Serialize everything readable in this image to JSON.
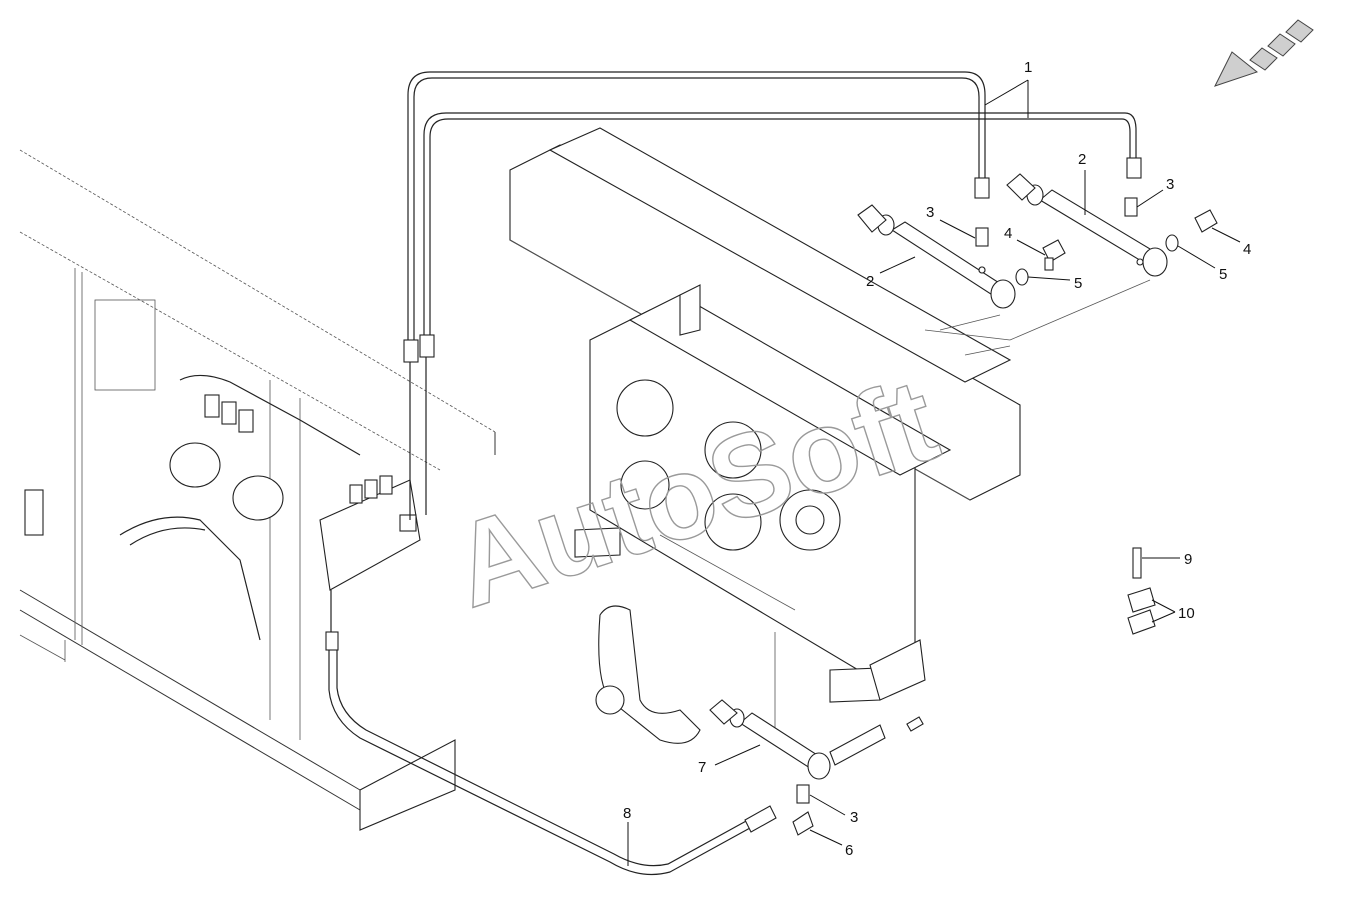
{
  "watermark": "AutoSoft",
  "callouts": [
    {
      "id": "c1",
      "text": "1"
    },
    {
      "id": "c2a",
      "text": "2"
    },
    {
      "id": "c2b",
      "text": "2"
    },
    {
      "id": "c3a",
      "text": "3"
    },
    {
      "id": "c3b",
      "text": "3"
    },
    {
      "id": "c3c",
      "text": "3"
    },
    {
      "id": "c4a",
      "text": "4"
    },
    {
      "id": "c4b",
      "text": "4"
    },
    {
      "id": "c5a",
      "text": "5"
    },
    {
      "id": "c5b",
      "text": "5"
    },
    {
      "id": "c6",
      "text": "6"
    },
    {
      "id": "c7",
      "text": "7"
    },
    {
      "id": "c8",
      "text": "8"
    },
    {
      "id": "c9",
      "text": "9"
    },
    {
      "id": "c10",
      "text": "10"
    }
  ],
  "colors": {
    "line": "#222222",
    "watermark": "#9a9a9a",
    "arrow_fill": "#cfcfcf"
  }
}
